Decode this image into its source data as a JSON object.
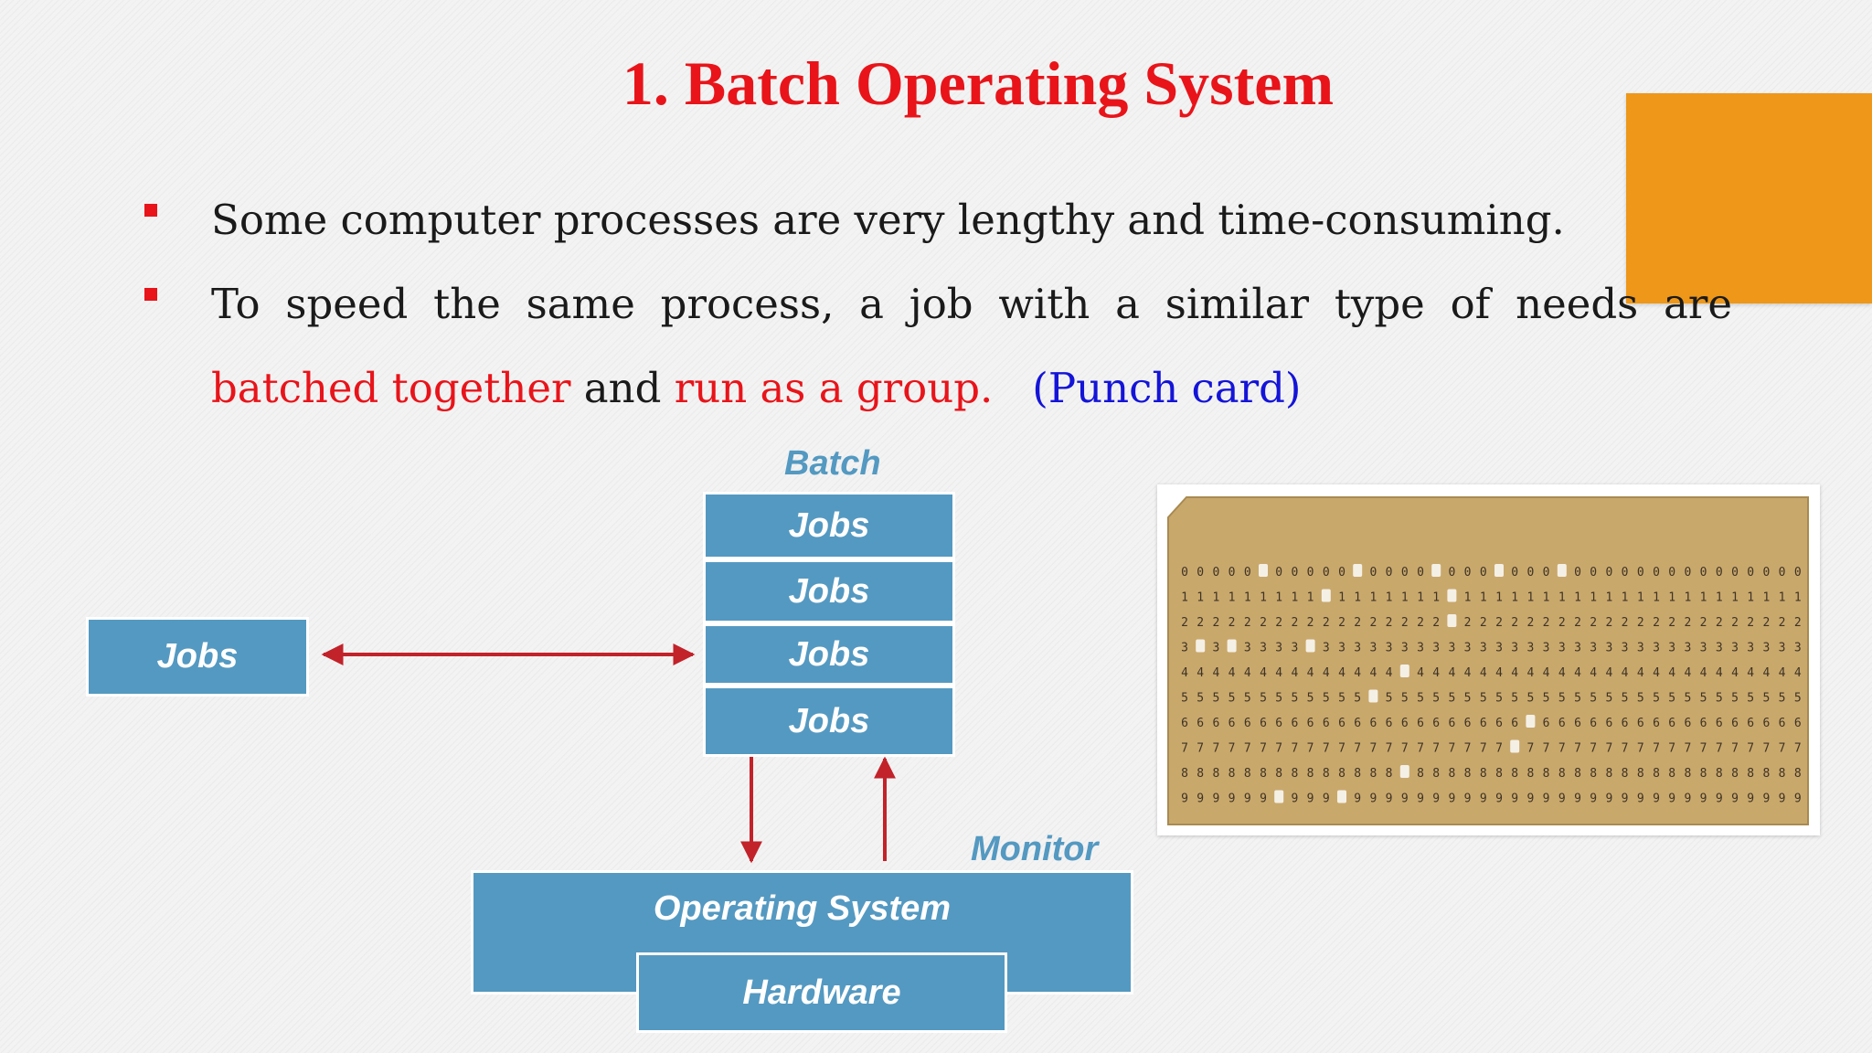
{
  "slide": {
    "title": "1. Batch Operating System",
    "bullets": [
      "Some computer processes are very lengthy and time-consuming.",
      {
        "t1": "To speed the same process, a job with a similar type of needs are ",
        "r1": "batched together",
        "t2": " and ",
        "r2": "run as a group.",
        "t3": "   ",
        "b1": "(Punch card)"
      }
    ]
  },
  "diagram": {
    "jobs_left": "Jobs",
    "batch_label": "Batch",
    "batch_jobs": [
      "Jobs",
      "Jobs",
      "Jobs",
      "Jobs"
    ],
    "monitor_label": "Monitor",
    "os_label": "Operating System",
    "hardware_label": "Hardware"
  },
  "punch_card": {
    "rows": [
      "0",
      "1",
      "2",
      "3",
      "4",
      "5",
      "6",
      "7",
      "8",
      "9"
    ]
  },
  "colors": {
    "title": "#e8141a",
    "highlight_red": "#e8141a",
    "highlight_blue": "#1414d8",
    "accent_orange": "#ee9718",
    "box_blue": "#5499c1",
    "arrow_red": "#c2222a",
    "card": "#c9a86c"
  }
}
